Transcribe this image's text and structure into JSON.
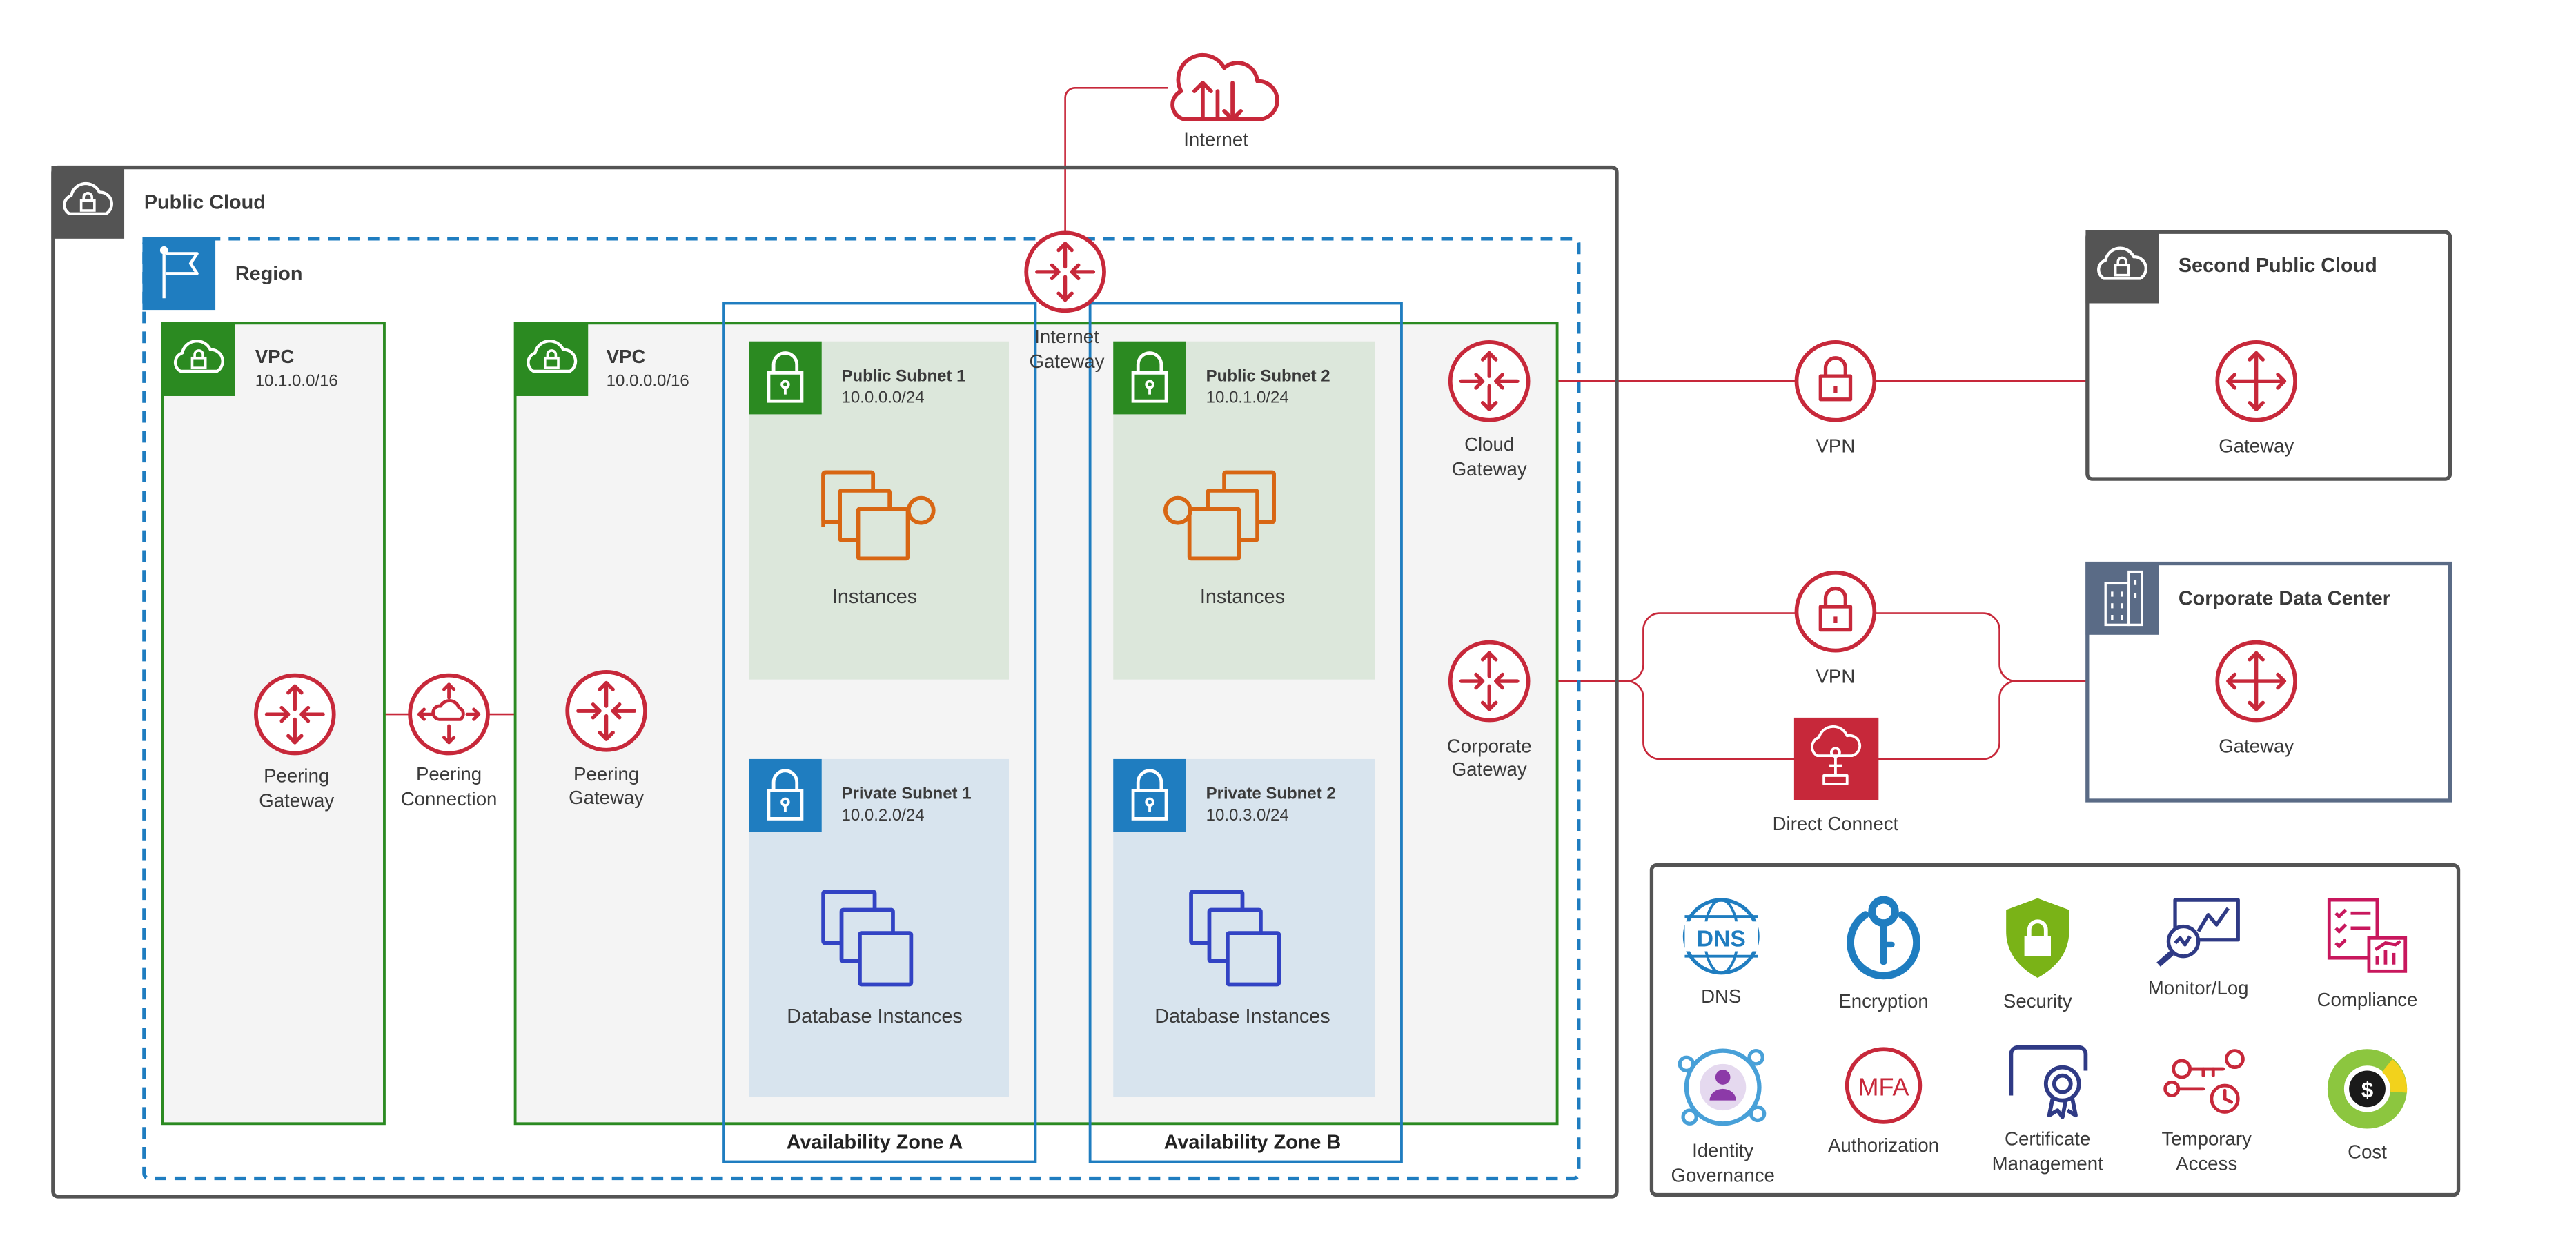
{
  "colors": {
    "red": "#c7283a",
    "green": "#2b8a21",
    "blue": "#1f7dc0",
    "orange": "#d86613",
    "indigo": "#3243c4",
    "dark_gray": "#545454",
    "slate": "#5a6b86",
    "public_subnet_bg": "#dce7db",
    "private_subnet_bg": "#d8e4ee",
    "vpc_bg": "#f4f4f4"
  },
  "internet": {
    "label": "Internet"
  },
  "public_cloud": {
    "title": "Public Cloud"
  },
  "region": {
    "title": "Region"
  },
  "vpc_left": {
    "title": "VPC",
    "cidr": "10.1.0.0/16"
  },
  "vpc_main": {
    "title": "VPC",
    "cidr": "10.0.0.0/16"
  },
  "internet_gateway": {
    "line1": "Internet",
    "line2": "Gateway"
  },
  "availability_zones": [
    {
      "label": "Availability Zone A"
    },
    {
      "label": "Availability Zone B"
    }
  ],
  "subnets": [
    {
      "name": "Public Subnet 1",
      "cidr": "10.0.0.0/24",
      "content": "Instances"
    },
    {
      "name": "Public Subnet 2",
      "cidr": "10.0.1.0/24",
      "content": "Instances"
    },
    {
      "name": "Private Subnet 1",
      "cidr": "10.0.2.0/24",
      "content": "Database Instances"
    },
    {
      "name": "Private Subnet 2",
      "cidr": "10.0.3.0/24",
      "content": "Database Instances"
    }
  ],
  "peering": {
    "gateway_left": {
      "line1": "Peering",
      "line2": "Gateway"
    },
    "connection": {
      "line1": "Peering",
      "line2": "Connection"
    },
    "gateway_right": {
      "line1": "Peering",
      "line2": "Gateway"
    }
  },
  "cloud_gateway": {
    "line1": "Cloud",
    "line2": "Gateway"
  },
  "corporate_gateway": {
    "line1": "Corporate",
    "line2": "Gateway"
  },
  "vpn_top": {
    "label": "VPN"
  },
  "vpn_mid": {
    "label": "VPN"
  },
  "direct_connect": {
    "label": "Direct Connect"
  },
  "second_public_cloud": {
    "title": "Second Public Cloud",
    "gateway_label": "Gateway"
  },
  "corporate_data_center": {
    "title": "Corporate Data Center",
    "gateway_label": "Gateway"
  },
  "legend": [
    {
      "icon": "dns-icon",
      "line1": "DNS",
      "line2": ""
    },
    {
      "icon": "encryption-icon",
      "line1": "Encryption",
      "line2": ""
    },
    {
      "icon": "security-icon",
      "line1": "Security",
      "line2": ""
    },
    {
      "icon": "monitor-log-icon",
      "line1": "Monitor/Log",
      "line2": ""
    },
    {
      "icon": "compliance-icon",
      "line1": "Compliance",
      "line2": ""
    },
    {
      "icon": "identity-governance-icon",
      "line1": "Identity",
      "line2": "Governance"
    },
    {
      "icon": "mfa-icon",
      "line1": "Authorization",
      "line2": "",
      "badge": "MFA"
    },
    {
      "icon": "certificate-icon",
      "line1": "Certificate",
      "line2": "Management"
    },
    {
      "icon": "temporary-access-icon",
      "line1": "Temporary",
      "line2": "Access"
    },
    {
      "icon": "cost-icon",
      "line1": "Cost",
      "line2": "",
      "badge": "$"
    }
  ]
}
